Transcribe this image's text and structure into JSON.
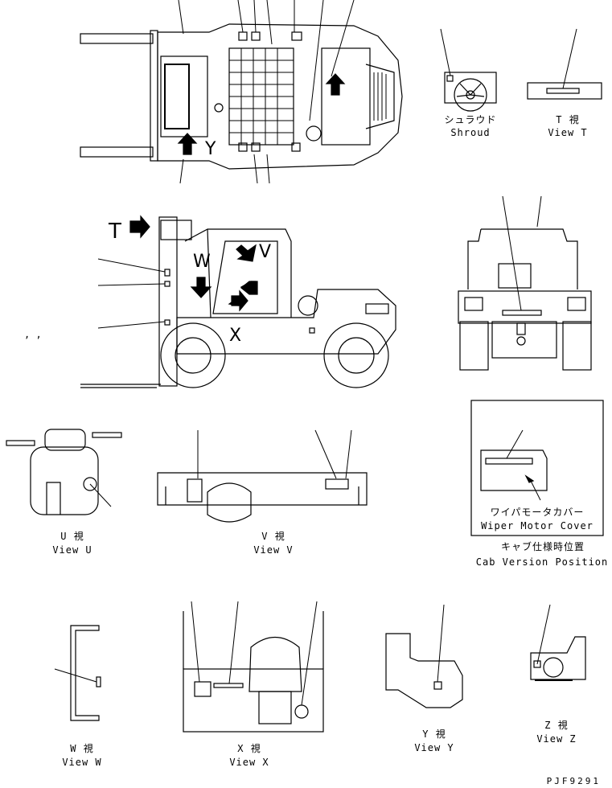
{
  "labels": {
    "T": "T",
    "W": "W",
    "V": "V",
    "X": "X",
    "Y": "Y",
    "commas": ",     ,"
  },
  "captions": {
    "shroud_jp": "シュラウド",
    "shroud_en": "Shroud",
    "view_t_jp": "T  視",
    "view_t_en": "View T",
    "view_u_jp": "U  視",
    "view_u_en": "View U",
    "view_v_jp": "V  視",
    "view_v_en": "View V",
    "wiper_jp": "ワイパモータカバー",
    "wiper_en": "Wiper Motor Cover",
    "cab_jp": "キャブ仕様時位置",
    "cab_en": "Cab Version Position",
    "view_w_jp": "W  視",
    "view_w_en": "View W",
    "view_x_jp": "X  視",
    "view_x_en": "View X",
    "view_y_jp": "Y  視",
    "view_y_en": "View Y",
    "view_z_jp": "Z  視",
    "view_z_en": "View Z"
  },
  "drawing_code": "PJF9291"
}
